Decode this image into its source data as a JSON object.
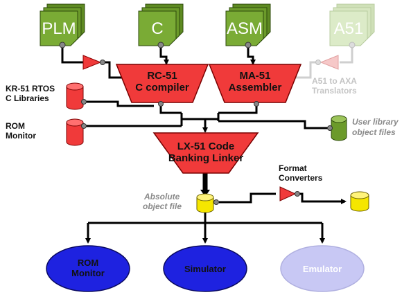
{
  "sources": {
    "plm": "PLM",
    "c": "C",
    "asm": "ASM",
    "a51": "A51"
  },
  "compilers": {
    "rc51_line1": "RC-51",
    "rc51_line2": "C compiler",
    "ma51_line1": "MA-51",
    "ma51_line2": "Assembler",
    "lx51_line1": "LX-51 Code",
    "lx51_line2": "Banking Linker"
  },
  "labels": {
    "translator_line1": "A51 to AXA",
    "translator_line2": "Translators",
    "kr51_line1": "KR-51 RTOS",
    "kr51_line2": "C Libraries",
    "rom_line1": "ROM",
    "rom_line2": "Monitor",
    "userlib_line1": "User library",
    "userlib_line2": "object files",
    "absolute_line1": "Absolute",
    "absolute_line2": "object file",
    "format_line1": "Format",
    "format_line2": "Converters"
  },
  "targets": {
    "rom_line1": "ROM",
    "rom_line2": "Monitor",
    "simulator": "Simulator",
    "emulator": "Emulator"
  },
  "colors": {
    "red": "#f03a3a",
    "green": "#6b8e23",
    "blue": "#1e22e0",
    "yellow": "#f5e600",
    "faded": "#d7e6c4"
  }
}
